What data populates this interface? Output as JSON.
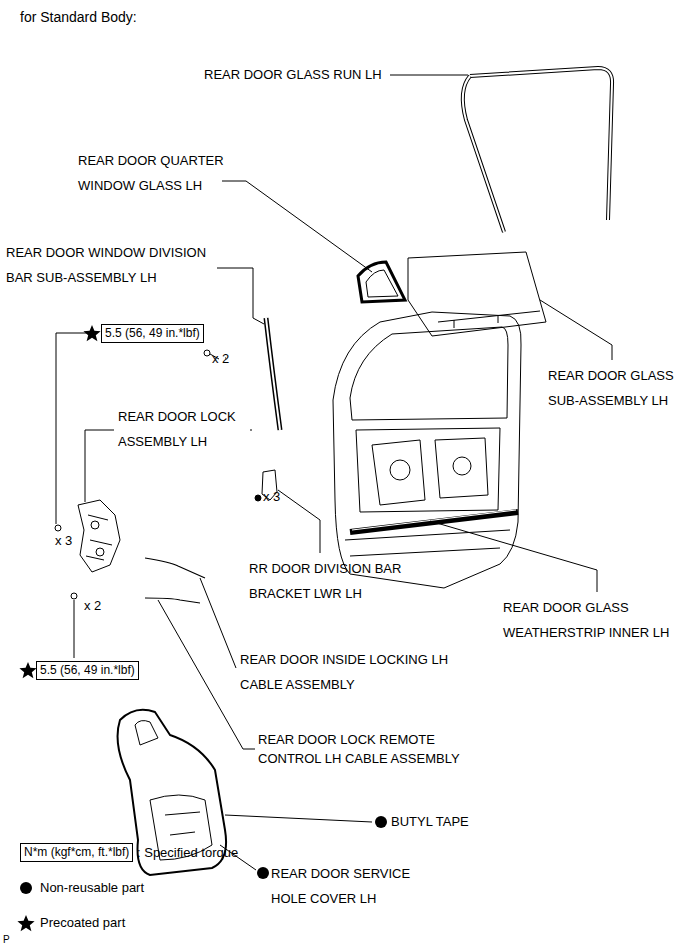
{
  "diagram": {
    "title": "for Standard Body:",
    "nodes": [
      {
        "text": [
          "5.5 (56, 49 in.*lbf)"
        ]
      },
      {
        "text": [
          "5.5 (56, 49 in.*lbf)"
        ]
      },
      {
        "text": [
          "N*m (kgf*cm, ft.*lbf)"
        ]
      }
    ],
    "labels": [
      "REAR DOOR GLASS RUN LH",
      "REAR DOOR QUARTER WINDOW GLASS LH",
      "REAR DOOR WINDOW DIVISION BAR SUB-ASSEMBLY LH",
      "x 2",
      "REAR DOOR GLASS SUB-ASSEMBLY LH",
      "REAR DOOR LOCK ASSEMBLY LH",
      "x 3",
      "x 3",
      "RR DOOR DIVISION BAR BRACKET LWR LH",
      "REAR DOOR GLASS WEATHERSTRIP INNER LH",
      "x 2",
      "REAR DOOR INSIDE LOCKING LH CABLE ASSEMBLY",
      "REAR DOOR LOCK REMOTE CONTROL LH CABLE ASSEMBLY",
      "BUTYL TAPE",
      "REAR DOOR SERVICE HOLE COVER LH",
      "P"
    ],
    "legend": [
      {
        "text": ": Specified torque"
      },
      {
        "text": "Non-reusable part"
      },
      {
        "text": "Precoated part"
      }
    ]
  }
}
